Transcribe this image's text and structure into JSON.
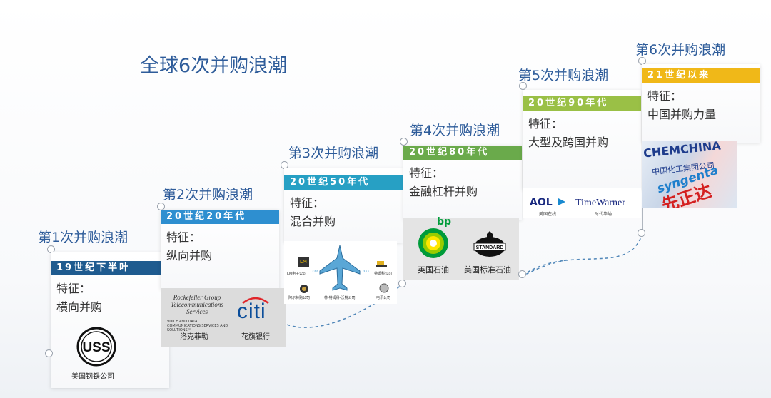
{
  "title": "全球6次并购浪潮",
  "colors": {
    "title_blue": "#2e5c9a",
    "band_navy": "#1f5b8f",
    "band_blue": "#2e8fd0",
    "band_teal": "#27a0c4",
    "band_green": "#6aaa4b",
    "band_lime": "#9ac046",
    "band_gold": "#f0b818"
  },
  "waves": [
    {
      "title": "第1次并购浪潮",
      "period": "19世纪下半叶",
      "feature_label": "特征：",
      "feature": "横向并购",
      "logos": [
        {
          "name": "USS",
          "caption": "美国钢铁公司"
        }
      ]
    },
    {
      "title": "第2次并购浪潮",
      "period": "20世纪20年代",
      "feature_label": "特征：",
      "feature": "纵向并购",
      "logos": [
        {
          "name": "Rockefeller Group Telecommunications Services",
          "sub": "VOICE AND DATA COMMUNICATIONS SERVICES AND SOLUTIONS™",
          "caption": "洛克菲勒"
        },
        {
          "name": "citi",
          "caption": "花旗银行"
        }
      ]
    },
    {
      "title": "第3次并购浪潮",
      "period": "20世纪50年代",
      "feature_label": "特征：",
      "feature": "混合并购",
      "logos": [
        {
          "name": "LM",
          "caption": "LM电子公司"
        },
        {
          "caption": "阿尔特购公司"
        },
        {
          "caption": "林-特姆科-沃特公司"
        },
        {
          "caption": "特姆科公司"
        },
        {
          "caption": "电讯公司"
        }
      ]
    },
    {
      "title": "第4次并购浪潮",
      "period": "20世纪80年代",
      "feature_label": "特征：",
      "feature": "金融杠杆并购",
      "logos": [
        {
          "name": "bp",
          "caption": "英国石油"
        },
        {
          "name": "STANDARD",
          "caption": "美国标准石油"
        }
      ]
    },
    {
      "title": "第5次并购浪潮",
      "period": "20世纪90年代",
      "feature_label": "特征：",
      "feature": "大型及跨国并购",
      "logos": [
        {
          "name": "AOL",
          "caption": "美国在线"
        },
        {
          "name": "TimeWarner",
          "caption": "时代华纳"
        }
      ]
    },
    {
      "title": "第6次并购浪潮",
      "period": "21世纪以来",
      "feature_label": "特征：",
      "feature": "中国并购力量",
      "logos": [
        {
          "name": "CHEMCHINA",
          "caption": "中国化工集团公司"
        },
        {
          "name": "syngenta",
          "caption": "先正达"
        }
      ]
    }
  ]
}
